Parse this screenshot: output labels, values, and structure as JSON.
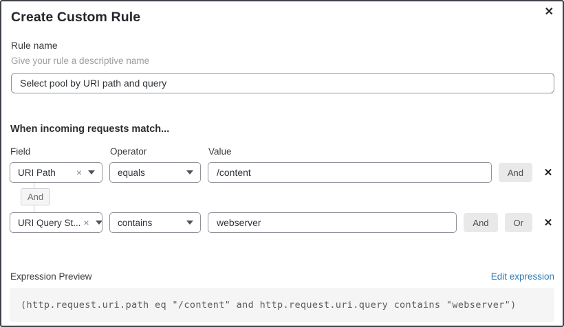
{
  "dialog": {
    "title": "Create Custom Rule",
    "close_icon": "✕"
  },
  "rule_name": {
    "label": "Rule name",
    "helper": "Give your rule a descriptive name",
    "value": "Select pool by URI path and query"
  },
  "match": {
    "heading": "When incoming requests match...",
    "columns": {
      "field": "Field",
      "operator": "Operator",
      "value": "Value"
    },
    "rows": [
      {
        "field": "URI Path",
        "operator": "equals",
        "value": "/content",
        "and_label": "And",
        "clear_icon": "×",
        "remove_icon": "✕"
      },
      {
        "field": "URI Query St...",
        "operator": "contains",
        "value": "webserver",
        "and_label": "And",
        "or_label": "Or",
        "clear_icon": "×",
        "remove_icon": "✕"
      }
    ],
    "connector_label": "And"
  },
  "expression": {
    "label": "Expression Preview",
    "edit_link": "Edit expression",
    "code": "(http.request.uri.path eq \"/content\" and http.request.uri.query contains \"webserver\")"
  },
  "colors": {
    "link_blue": "#2c7cb8",
    "input_border": "#8f9299",
    "button_gray": "#e9e9ea",
    "code_background": "#f5f5f6",
    "dialog_border": "#3e4247"
  }
}
